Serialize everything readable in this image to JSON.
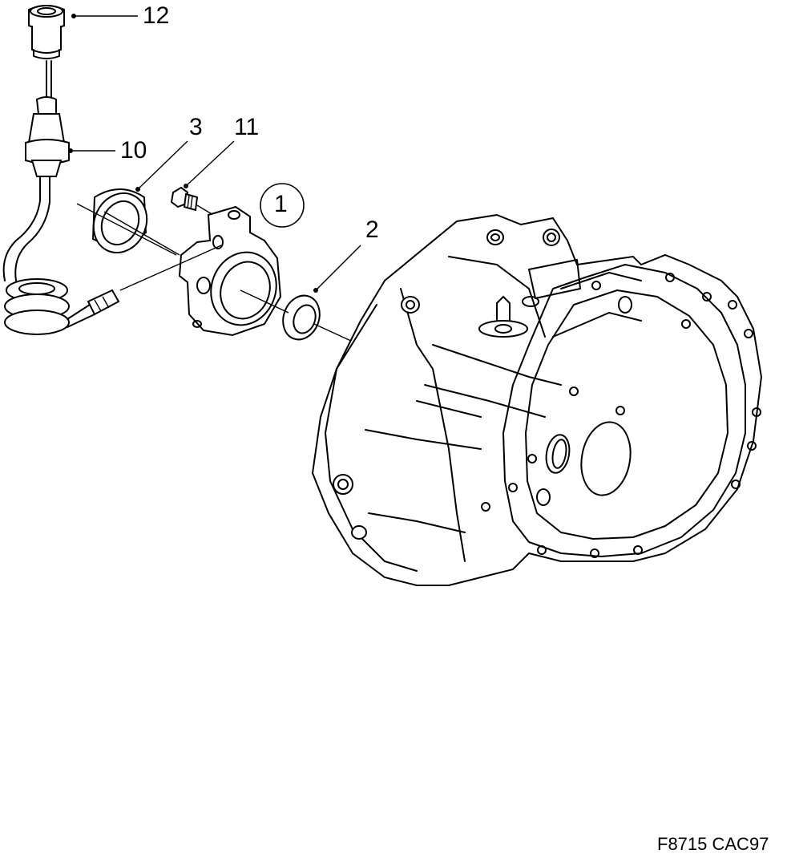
{
  "callouts": {
    "c1": "1",
    "c2": "2",
    "c3": "3",
    "c10": "10",
    "c11": "11",
    "c12": "12"
  },
  "figure_code": "F8715 CAC97"
}
